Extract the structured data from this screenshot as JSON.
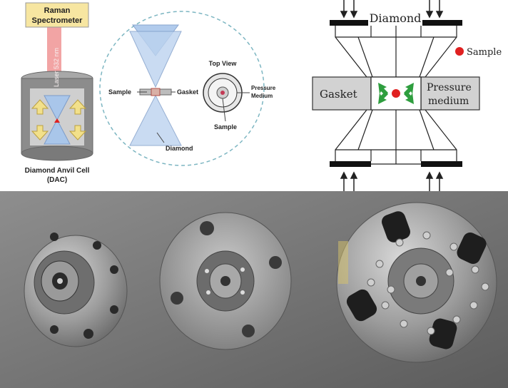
{
  "panel_a": {
    "spectrometer_line1": "Raman",
    "spectrometer_line2": "Spectrometer",
    "laser_label": "Laser 532 nm",
    "dac_line1": "Diamond Anvil Cell",
    "dac_line2": "(DAC)",
    "inset_sample": "Sample",
    "inset_gasket": "Gasket",
    "inset_diamond": "Diamond",
    "top_view_title": "Top View",
    "top_view_medium_line1": "Pressure",
    "top_view_medium_line2": "Medium",
    "top_view_sample": "Sample"
  },
  "panel_b": {
    "diamond": "Diamond",
    "sample_legend": "Sample",
    "gasket": "Gasket",
    "medium_line1": "Pressure",
    "medium_line2": "medium"
  },
  "colors": {
    "spectrometer_box": "#f7e6a1",
    "laser": "#e85a5a",
    "sample_dot": "#e02020",
    "arrow_green": "#2e9e3e",
    "diamond_blue": "#a9c6ea",
    "arrow_yellow": "#f2e08a"
  }
}
